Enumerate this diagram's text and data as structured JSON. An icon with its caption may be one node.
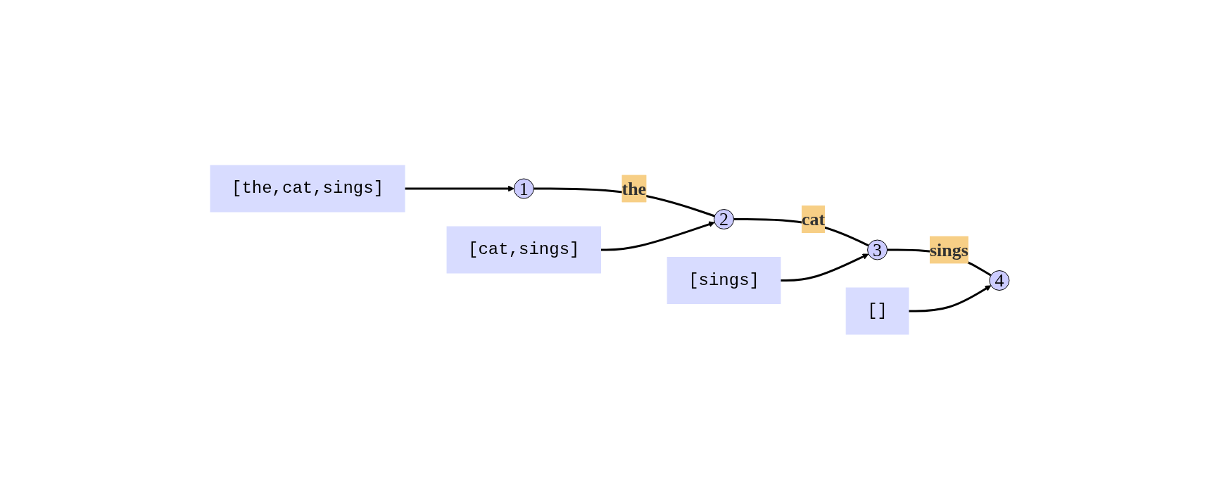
{
  "diagram": {
    "nodes": [
      {
        "text": [
          "1"
        ]
      },
      {
        "text": [
          "2"
        ]
      },
      {
        "text": [
          "3"
        ]
      },
      {
        "text": [
          "4"
        ]
      },
      {
        "text": [
          "[the,cat,sings]"
        ]
      },
      {
        "text": [
          "[cat,sings]"
        ]
      },
      {
        "text": [
          "[sings]"
        ]
      },
      {
        "text": [
          "[]"
        ]
      }
    ],
    "edges": [
      {
        "from": 0,
        "to": 1,
        "arrow": "none",
        "label": "the"
      },
      {
        "from": 1,
        "to": 2,
        "arrow": "none",
        "label": "cat"
      },
      {
        "from": 2,
        "to": 3,
        "arrow": "none",
        "label": "sings"
      },
      {
        "from": 4,
        "to": 0,
        "arrow": "to"
      },
      {
        "from": 5,
        "to": 1,
        "arrow": "to"
      },
      {
        "from": 6,
        "to": 2,
        "arrow": "to"
      },
      {
        "from": 7,
        "to": 3,
        "arrow": "to"
      }
    ]
  }
}
